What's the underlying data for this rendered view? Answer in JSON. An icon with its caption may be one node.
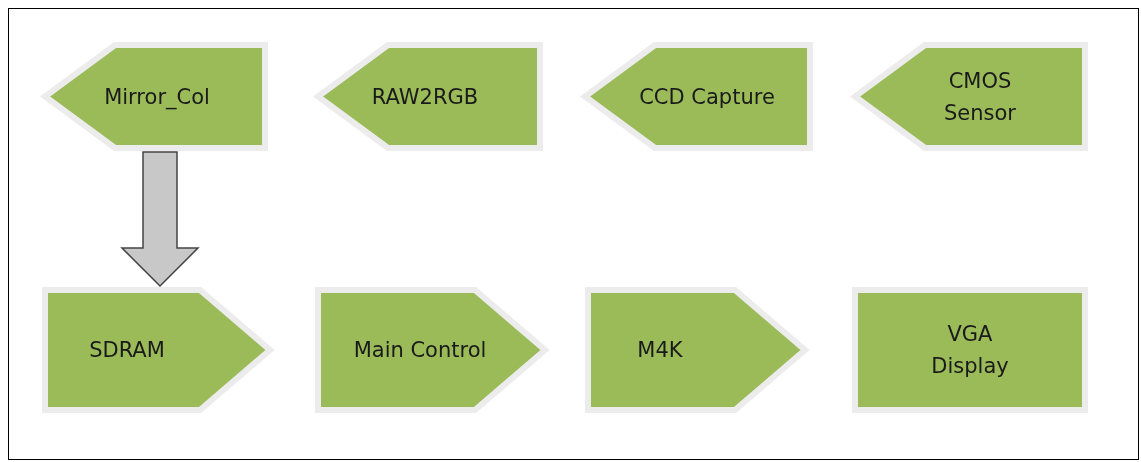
{
  "diagram": {
    "nodes": [
      {
        "text": [
          "Mirror_Col"
        ]
      },
      {
        "text": [
          "RAW2RGB"
        ]
      },
      {
        "text": [
          "CCD Capture"
        ]
      },
      {
        "text": [
          "CMOS Sensor"
        ]
      },
      {
        "text": [
          "SDRAM"
        ]
      },
      {
        "text": [
          "Main Control"
        ]
      },
      {
        "text": [
          "M4K"
        ]
      },
      {
        "text": [
          "VGA Display"
        ]
      }
    ],
    "edges": [
      {
        "from": 0,
        "to": 4,
        "arrow": "to"
      }
    ]
  }
}
